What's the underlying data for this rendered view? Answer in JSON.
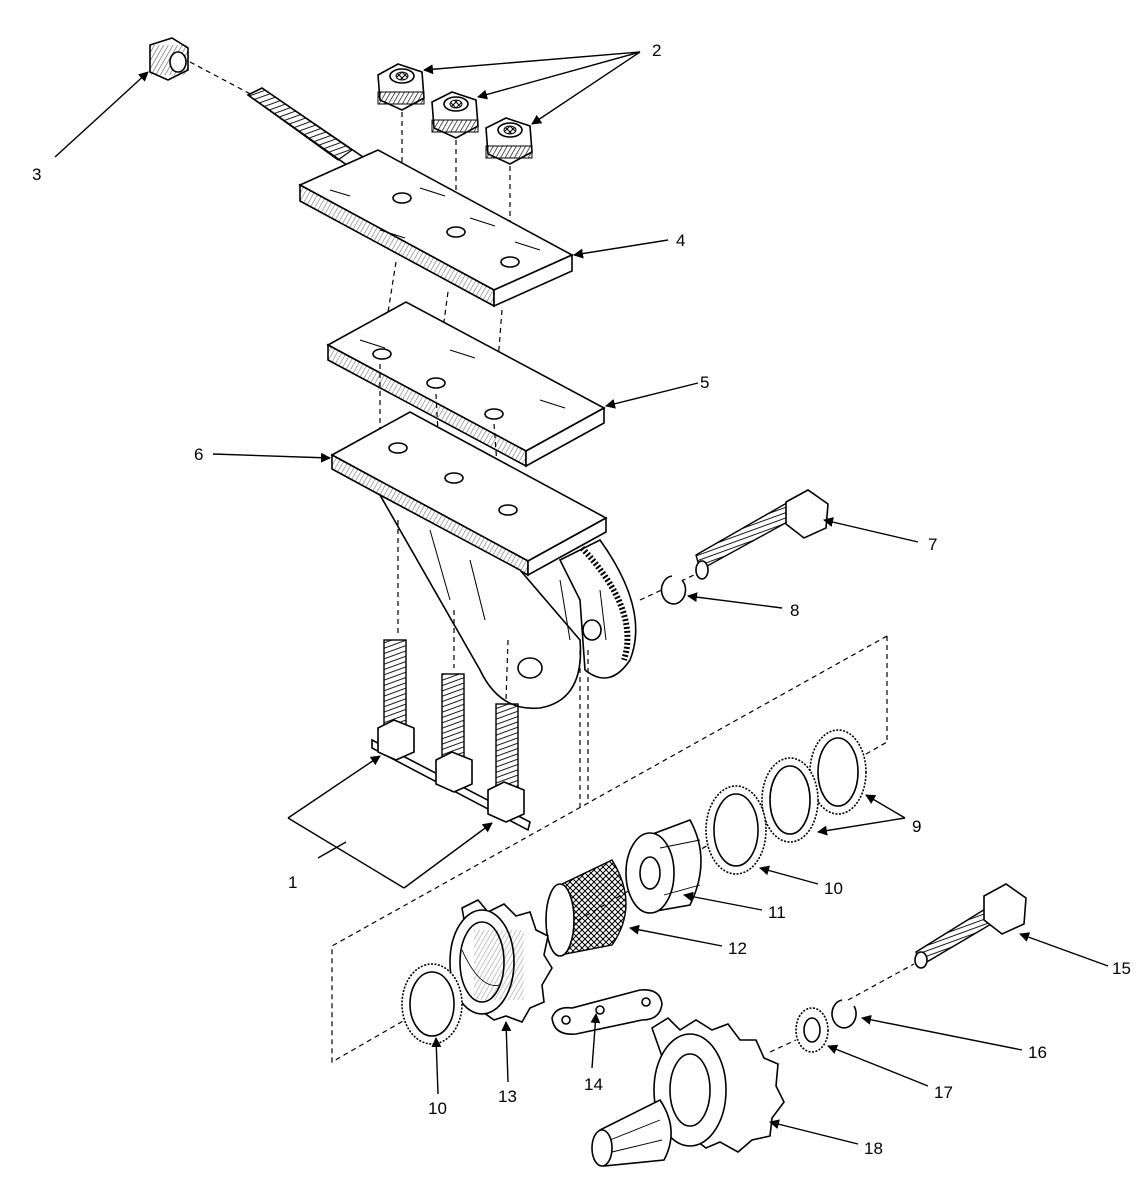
{
  "callouts": [
    {
      "id": "c1",
      "text": "1"
    },
    {
      "id": "c2",
      "text": "2"
    },
    {
      "id": "c3",
      "text": "3"
    },
    {
      "id": "c4",
      "text": "4"
    },
    {
      "id": "c5",
      "text": "5"
    },
    {
      "id": "c6",
      "text": "6"
    },
    {
      "id": "c7",
      "text": "7"
    },
    {
      "id": "c8",
      "text": "8"
    },
    {
      "id": "c9",
      "text": "9"
    },
    {
      "id": "c10a",
      "text": "10"
    },
    {
      "id": "c10b",
      "text": "10"
    },
    {
      "id": "c11",
      "text": "11"
    },
    {
      "id": "c12",
      "text": "12"
    },
    {
      "id": "c13",
      "text": "13"
    },
    {
      "id": "c14",
      "text": "14"
    },
    {
      "id": "c15",
      "text": "15"
    },
    {
      "id": "c16",
      "text": "16"
    },
    {
      "id": "c17",
      "text": "17"
    },
    {
      "id": "c18",
      "text": "18"
    }
  ]
}
